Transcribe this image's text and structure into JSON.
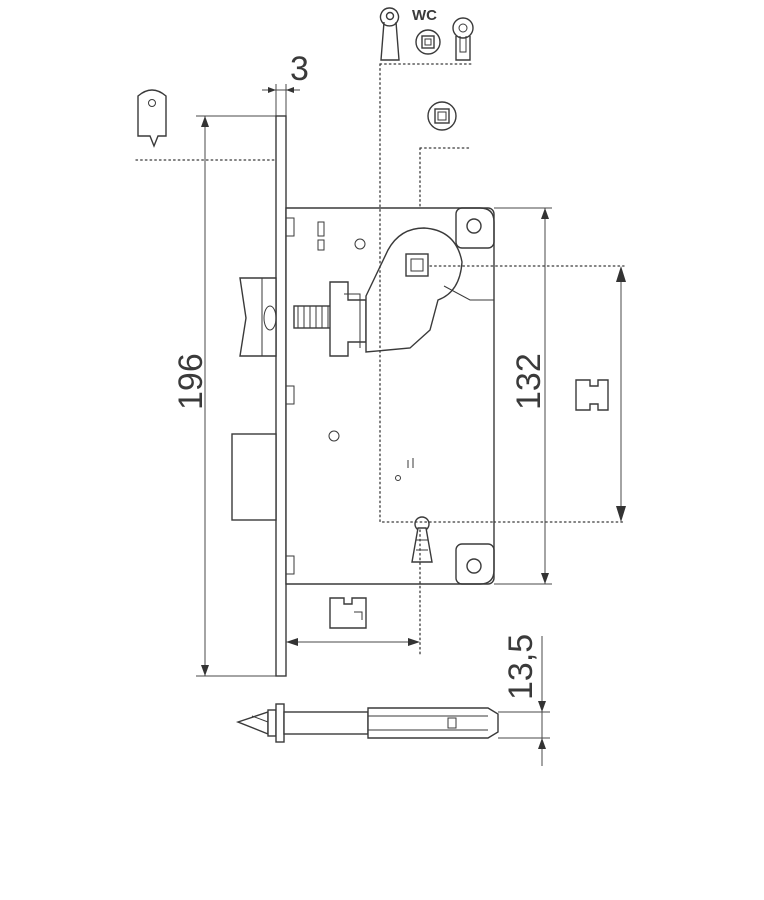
{
  "dimensions": {
    "faceplate_thickness": "3",
    "overall_height": "196",
    "handle_to_key_distance": "132",
    "spindle_offset": "13,5"
  },
  "labels": {
    "wc_label": "WC"
  },
  "icons": {
    "latch_icon": "latch-tongue-icon",
    "keyhole_icon": "keyhole-icon",
    "wc_icon": "wc-lock-icon",
    "euro_cylinder_icon": "euro-cylinder-icon",
    "square_spindle_icon": "square-spindle-icon",
    "follower_spindle_icon": "follower-spindle-icon",
    "backset_spindle_icon": "backset-square-icon"
  },
  "colors": {
    "line": "#3a3a3a",
    "background": "#ffffff"
  }
}
